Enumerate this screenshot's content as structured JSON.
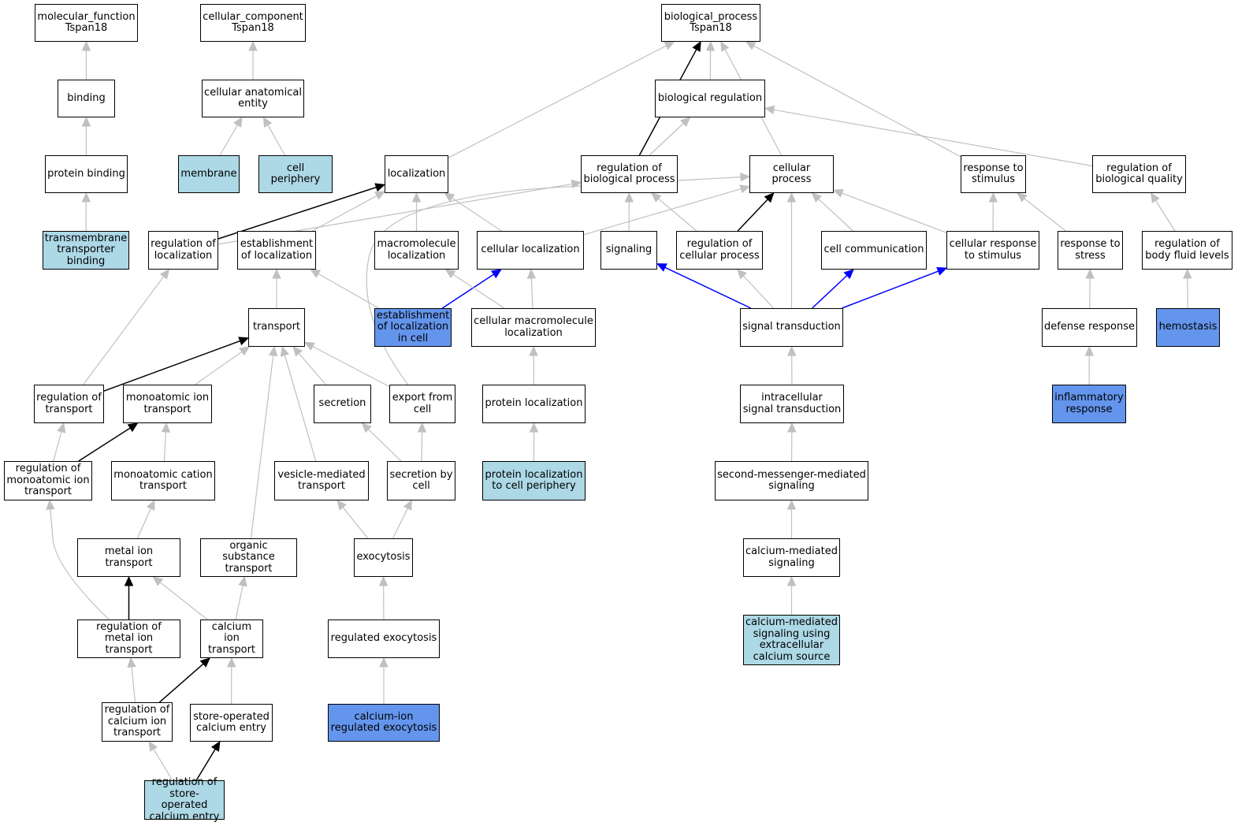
{
  "colors": {
    "white": "#ffffff",
    "light": "#add8e6",
    "blue": "#6495ed",
    "edge_gray": "#c0c0c0",
    "edge_black": "#000000",
    "edge_blue": "#0000ff"
  },
  "nodes": {
    "mf": {
      "label": "molecular_function\nTspan18",
      "fill": "white"
    },
    "cc": {
      "label": "cellular_component\nTspan18",
      "fill": "white"
    },
    "bp": {
      "label": "biological_process\nTspan18",
      "fill": "white"
    },
    "binding": {
      "label": "binding",
      "fill": "white"
    },
    "cae": {
      "label": "cellular anatomical\nentity",
      "fill": "white"
    },
    "bioreg": {
      "label": "biological regulation",
      "fill": "white"
    },
    "pb": {
      "label": "protein binding",
      "fill": "white"
    },
    "membrane": {
      "label": "membrane",
      "fill": "light"
    },
    "cellper": {
      "label": "cell periphery",
      "fill": "light"
    },
    "loc": {
      "label": "localization",
      "fill": "white"
    },
    "regbp": {
      "label": "regulation of\nbiological process",
      "fill": "white"
    },
    "cellproc": {
      "label": "cellular process",
      "fill": "white"
    },
    "resp": {
      "label": "response to\nstimulus",
      "fill": "white"
    },
    "regbq": {
      "label": "regulation of\nbiological quality",
      "fill": "white"
    },
    "tmtb": {
      "label": "transmembrane\ntransporter\nbinding",
      "fill": "light"
    },
    "regloc": {
      "label": "regulation of\nlocalization",
      "fill": "white"
    },
    "estloc": {
      "label": "establishment\nof localization",
      "fill": "white"
    },
    "macloc": {
      "label": "macromolecule\nlocalization",
      "fill": "white"
    },
    "cellloc": {
      "label": "cellular localization",
      "fill": "white"
    },
    "signaling": {
      "label": "signaling",
      "fill": "white"
    },
    "regcp": {
      "label": "regulation of\ncellular process",
      "fill": "white"
    },
    "cellcomm": {
      "label": "cell communication",
      "fill": "white"
    },
    "cellresp": {
      "label": "cellular response\nto stimulus",
      "fill": "white"
    },
    "respstress": {
      "label": "response to\nstress",
      "fill": "white"
    },
    "regbfl": {
      "label": "regulation of\nbody fluid levels",
      "fill": "white"
    },
    "transport": {
      "label": "transport",
      "fill": "white"
    },
    "estloccell": {
      "label": "establishment\nof localization\nin cell",
      "fill": "blue"
    },
    "cmacloc": {
      "label": "cellular macromolecule\nlocalization",
      "fill": "white"
    },
    "sigtrans": {
      "label": "signal transduction",
      "fill": "white"
    },
    "defresp": {
      "label": "defense response",
      "fill": "white"
    },
    "hemo": {
      "label": "hemostasis",
      "fill": "blue"
    },
    "regtrans": {
      "label": "regulation of\ntransport",
      "fill": "white"
    },
    "monoion": {
      "label": "monoatomic ion\ntransport",
      "fill": "white"
    },
    "secretion": {
      "label": "secretion",
      "fill": "white"
    },
    "export": {
      "label": "export from\ncell",
      "fill": "white"
    },
    "protloc": {
      "label": "protein localization",
      "fill": "white"
    },
    "intrasig": {
      "label": "intracellular\nsignal transduction",
      "fill": "white"
    },
    "inflam": {
      "label": "inflammatory\nresponse",
      "fill": "blue"
    },
    "regmonoion": {
      "label": "regulation of\nmonoatomic ion\ntransport",
      "fill": "white"
    },
    "monocat": {
      "label": "monoatomic cation\ntransport",
      "fill": "white"
    },
    "vesicle": {
      "label": "vesicle-mediated\ntransport",
      "fill": "white"
    },
    "secbycell": {
      "label": "secretion by\ncell",
      "fill": "white"
    },
    "protloccp": {
      "label": "protein localization\nto cell periphery",
      "fill": "light"
    },
    "secmsg": {
      "label": "second-messenger-mediated\nsignaling",
      "fill": "white"
    },
    "metalion": {
      "label": "metal ion transport",
      "fill": "white"
    },
    "orgsub": {
      "label": "organic substance\ntransport",
      "fill": "white"
    },
    "exocytosis": {
      "label": "exocytosis",
      "fill": "white"
    },
    "camed": {
      "label": "calcium-mediated\nsignaling",
      "fill": "white"
    },
    "regmetal": {
      "label": "regulation of\nmetal ion transport",
      "fill": "white"
    },
    "caion": {
      "label": "calcium ion\ntransport",
      "fill": "white"
    },
    "regexo": {
      "label": "regulated exocytosis",
      "fill": "white"
    },
    "camedext": {
      "label": "calcium-mediated\nsignaling using\nextracellular\ncalcium source",
      "fill": "light"
    },
    "regcaion": {
      "label": "regulation of\ncalcium ion\ntransport",
      "fill": "white"
    },
    "soce": {
      "label": "store-operated\ncalcium entry",
      "fill": "white"
    },
    "caexo": {
      "label": "calcium-ion\nregulated exocytosis",
      "fill": "blue"
    },
    "regsoce": {
      "label": "regulation of\nstore-operated\ncalcium entry",
      "fill": "light"
    }
  },
  "edges": [
    {
      "from": "binding",
      "to": "mf",
      "kind": "gray"
    },
    {
      "from": "pb",
      "to": "binding",
      "kind": "gray"
    },
    {
      "from": "tmtb",
      "to": "pb",
      "kind": "gray"
    },
    {
      "from": "cae",
      "to": "cc",
      "kind": "gray"
    },
    {
      "from": "membrane",
      "to": "cae",
      "kind": "gray"
    },
    {
      "from": "cellper",
      "to": "cae",
      "kind": "gray"
    },
    {
      "from": "loc",
      "to": "bp",
      "kind": "gray"
    },
    {
      "from": "regbp",
      "to": "bp",
      "kind": "black"
    },
    {
      "from": "regbp",
      "to": "bioreg",
      "kind": "gray"
    },
    {
      "from": "bioreg",
      "to": "bp",
      "kind": "gray"
    },
    {
      "from": "cellproc",
      "to": "bp",
      "kind": "gray"
    },
    {
      "from": "resp",
      "to": "bp",
      "kind": "gray"
    },
    {
      "from": "regbq",
      "to": "bioreg",
      "kind": "gray"
    },
    {
      "from": "regloc",
      "to": "loc",
      "kind": "black"
    },
    {
      "from": "regloc",
      "to": "regbp",
      "kind": "gray"
    },
    {
      "from": "estloc",
      "to": "loc",
      "kind": "gray"
    },
    {
      "from": "macloc",
      "to": "loc",
      "kind": "gray"
    },
    {
      "from": "cellloc",
      "to": "loc",
      "kind": "gray"
    },
    {
      "from": "cellloc",
      "to": "cellproc",
      "kind": "gray"
    },
    {
      "from": "signaling",
      "to": "regbp",
      "kind": "gray"
    },
    {
      "from": "regcp",
      "to": "regbp",
      "kind": "gray"
    },
    {
      "from": "regcp",
      "to": "cellproc",
      "kind": "black"
    },
    {
      "from": "cellcomm",
      "to": "cellproc",
      "kind": "gray"
    },
    {
      "from": "cellresp",
      "to": "cellproc",
      "kind": "gray"
    },
    {
      "from": "cellresp",
      "to": "resp",
      "kind": "gray"
    },
    {
      "from": "respstress",
      "to": "resp",
      "kind": "gray"
    },
    {
      "from": "regbfl",
      "to": "regbq",
      "kind": "gray"
    },
    {
      "from": "transport",
      "to": "estloc",
      "kind": "gray"
    },
    {
      "from": "estloccell",
      "to": "estloc",
      "kind": "gray"
    },
    {
      "from": "estloccell",
      "to": "cellloc",
      "kind": "blue"
    },
    {
      "from": "cmacloc",
      "to": "cellloc",
      "kind": "gray"
    },
    {
      "from": "cmacloc",
      "to": "macloc",
      "kind": "gray"
    },
    {
      "from": "sigtrans",
      "to": "signaling",
      "kind": "blue"
    },
    {
      "from": "sigtrans",
      "to": "regcp",
      "kind": "gray"
    },
    {
      "from": "sigtrans",
      "to": "cellproc",
      "kind": "gray"
    },
    {
      "from": "sigtrans",
      "to": "cellcomm",
      "kind": "blue"
    },
    {
      "from": "sigtrans",
      "to": "cellresp",
      "kind": "blue"
    },
    {
      "from": "defresp",
      "to": "respstress",
      "kind": "gray"
    },
    {
      "from": "hemo",
      "to": "regbfl",
      "kind": "gray"
    },
    {
      "from": "regtrans",
      "to": "regloc",
      "kind": "gray"
    },
    {
      "from": "regtrans",
      "to": "transport",
      "kind": "black"
    },
    {
      "from": "monoion",
      "to": "transport",
      "kind": "gray"
    },
    {
      "from": "secretion",
      "to": "transport",
      "kind": "gray"
    },
    {
      "from": "export",
      "to": "transport",
      "kind": "gray"
    },
    {
      "from": "export",
      "to": "cellproc",
      "kind": "gray",
      "via": [
        [
          452,
          400
        ],
        [
          485,
          250
        ]
      ]
    },
    {
      "from": "protloc",
      "to": "cmacloc",
      "kind": "gray"
    },
    {
      "from": "intrasig",
      "to": "sigtrans",
      "kind": "gray"
    },
    {
      "from": "inflam",
      "to": "defresp",
      "kind": "gray"
    },
    {
      "from": "regmonoion",
      "to": "regtrans",
      "kind": "gray"
    },
    {
      "from": "regmonoion",
      "to": "monoion",
      "kind": "black"
    },
    {
      "from": "monocat",
      "to": "monoion",
      "kind": "gray"
    },
    {
      "from": "vesicle",
      "to": "transport",
      "kind": "gray"
    },
    {
      "from": "secbycell",
      "to": "secretion",
      "kind": "gray"
    },
    {
      "from": "secbycell",
      "to": "export",
      "kind": "gray"
    },
    {
      "from": "protloccp",
      "to": "protloc",
      "kind": "gray"
    },
    {
      "from": "secmsg",
      "to": "intrasig",
      "kind": "gray"
    },
    {
      "from": "metalion",
      "to": "monocat",
      "kind": "gray"
    },
    {
      "from": "orgsub",
      "to": "transport",
      "kind": "gray"
    },
    {
      "from": "exocytosis",
      "to": "vesicle",
      "kind": "gray"
    },
    {
      "from": "exocytosis",
      "to": "secbycell",
      "kind": "gray"
    },
    {
      "from": "camed",
      "to": "secmsg",
      "kind": "gray"
    },
    {
      "from": "regmetal",
      "to": "regmonoion",
      "kind": "gray",
      "via": [
        [
          70,
          720
        ]
      ]
    },
    {
      "from": "regmetal",
      "to": "metalion",
      "kind": "black"
    },
    {
      "from": "caion",
      "to": "metalion",
      "kind": "gray"
    },
    {
      "from": "caion",
      "to": "orgsub",
      "kind": "gray"
    },
    {
      "from": "regexo",
      "to": "exocytosis",
      "kind": "gray"
    },
    {
      "from": "camedext",
      "to": "camed",
      "kind": "gray"
    },
    {
      "from": "regcaion",
      "to": "regmetal",
      "kind": "gray"
    },
    {
      "from": "regcaion",
      "to": "caion",
      "kind": "black"
    },
    {
      "from": "soce",
      "to": "caion",
      "kind": "gray"
    },
    {
      "from": "caexo",
      "to": "regexo",
      "kind": "gray"
    },
    {
      "from": "regsoce",
      "to": "regcaion",
      "kind": "gray"
    },
    {
      "from": "regsoce",
      "to": "soce",
      "kind": "black"
    }
  ]
}
